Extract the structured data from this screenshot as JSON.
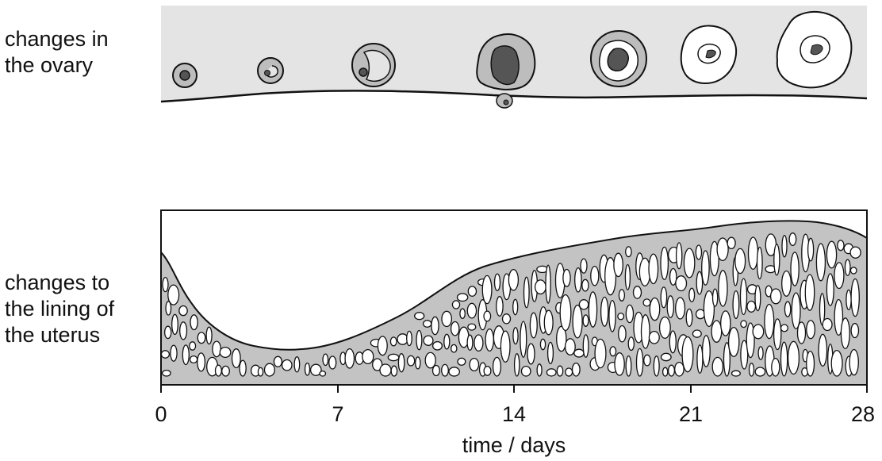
{
  "labels": {
    "ovary": "changes in\nthe ovary",
    "uterus": "changes to\nthe lining of\nthe uterus"
  },
  "axis": {
    "title": "time / days",
    "ticks": [
      "0",
      "7",
      "14",
      "21",
      "28"
    ]
  },
  "colors": {
    "panel_fill": "#e4e4e4",
    "tissue_fill": "#c3c3c3",
    "follicle_fill": "#bdbdbd",
    "dark_fill": "#555555",
    "outline": "#111111"
  }
}
